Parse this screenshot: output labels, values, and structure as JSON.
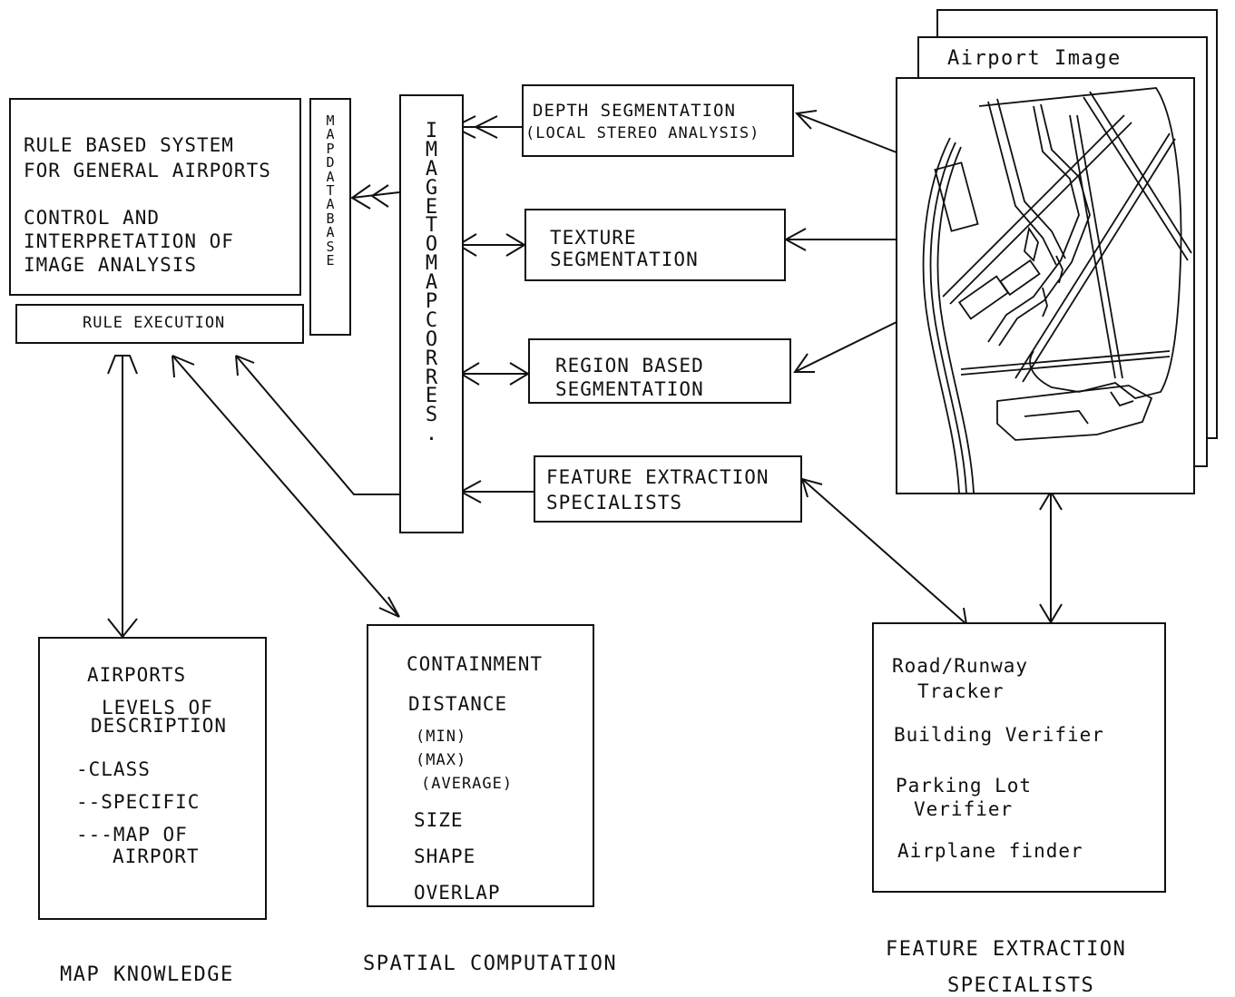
{
  "rule_system": {
    "title_lines": [
      "RULE BASED SYSTEM",
      "FOR GENERAL AIRPORTS"
    ],
    "control_lines": [
      "CONTROL AND",
      "INTERPRETATION OF",
      "IMAGE ANALYSIS"
    ],
    "rule_execution": "RULE EXECUTION"
  },
  "map_database": "MAP DATABASE",
  "image_to_map": "IMAGE TO MAP CORRES.",
  "segmentation": {
    "depth": [
      "DEPTH SEGMENTATION",
      "(LOCAL STEREO ANALYSIS)"
    ],
    "texture": [
      "TEXTURE",
      "SEGMENTATION"
    ],
    "region": [
      "REGION BASED",
      "SEGMENTATION"
    ],
    "feature": [
      "FEATURE EXTRACTION",
      "SPECIALISTS"
    ]
  },
  "airport_image": {
    "title": "Airport Image"
  },
  "map_knowledge": {
    "lines": [
      "AIRPORTS",
      "LEVELS OF",
      "DESCRIPTION",
      "-CLASS",
      "--SPECIFIC",
      "---MAP OF",
      "AIRPORT"
    ],
    "caption": "MAP KNOWLEDGE"
  },
  "spatial": {
    "items": [
      "CONTAINMENT",
      "DISTANCE",
      "(MIN)",
      "(MAX)",
      "(AVERAGE)",
      "SIZE",
      "SHAPE",
      "OVERLAP"
    ],
    "caption": "SPATIAL COMPUTATION"
  },
  "specialists": {
    "items": [
      "Road/Runway",
      "Tracker",
      "Building Verifier",
      "Parking Lot",
      "Verifier",
      "Airplane finder"
    ],
    "caption_lines": [
      "FEATURE EXTRACTION",
      "SPECIALISTS"
    ]
  }
}
